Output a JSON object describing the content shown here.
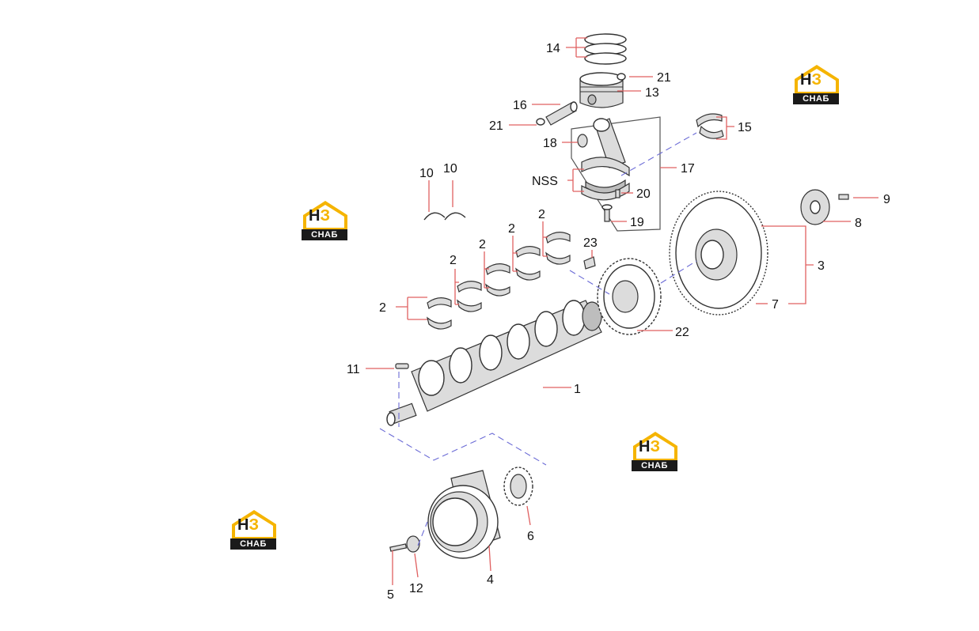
{
  "diagram": {
    "labels": [
      {
        "id": "l14",
        "text": "14"
      },
      {
        "id": "l21a",
        "text": "21"
      },
      {
        "id": "l13",
        "text": "13"
      },
      {
        "id": "l16",
        "text": "16"
      },
      {
        "id": "l21b",
        "text": "21"
      },
      {
        "id": "l15",
        "text": "15"
      },
      {
        "id": "l18",
        "text": "18"
      },
      {
        "id": "l17",
        "text": "17"
      },
      {
        "id": "lnss",
        "text": "NSS"
      },
      {
        "id": "l20",
        "text": "20"
      },
      {
        "id": "l19",
        "text": "19"
      },
      {
        "id": "l10a",
        "text": "10"
      },
      {
        "id": "l10b",
        "text": "10"
      },
      {
        "id": "l9",
        "text": "9"
      },
      {
        "id": "l8",
        "text": "8"
      },
      {
        "id": "l2a",
        "text": "2"
      },
      {
        "id": "l2b",
        "text": "2"
      },
      {
        "id": "l2c",
        "text": "2"
      },
      {
        "id": "l2d",
        "text": "2"
      },
      {
        "id": "l2e",
        "text": "2"
      },
      {
        "id": "l23",
        "text": "23"
      },
      {
        "id": "l3",
        "text": "3"
      },
      {
        "id": "l7",
        "text": "7"
      },
      {
        "id": "l22",
        "text": "22"
      },
      {
        "id": "l11",
        "text": "11"
      },
      {
        "id": "l1",
        "text": "1"
      },
      {
        "id": "l6",
        "text": "6"
      },
      {
        "id": "l4",
        "text": "4"
      },
      {
        "id": "l12",
        "text": "12"
      },
      {
        "id": "l5",
        "text": "5"
      }
    ]
  },
  "watermark": {
    "logo_main": "Н",
    "logo_accent": "З",
    "logo_sub": "СНАБ",
    "accent_color": "#f5b400",
    "dark_color": "#1a1a1a"
  },
  "colors": {
    "leader_line": "#e06060",
    "part_stroke": "#333333",
    "dash_line": "#6b6bd6"
  }
}
